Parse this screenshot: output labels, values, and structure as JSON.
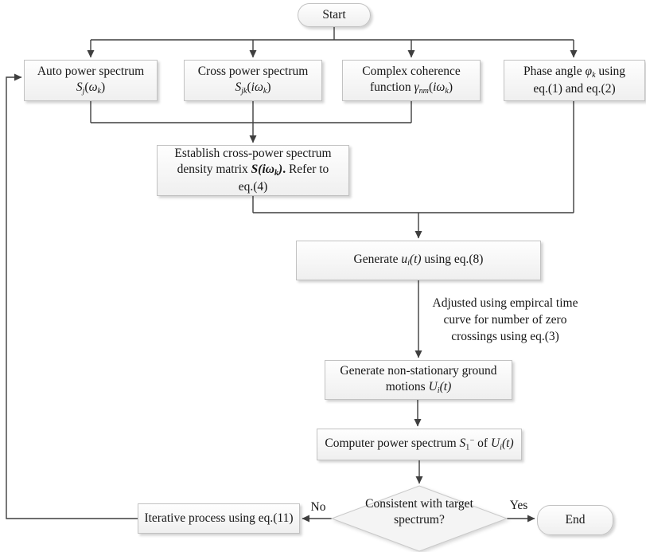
{
  "palette": {
    "connector_line": "#3f3f3f",
    "node_border": "#c2c2c2",
    "node_fill_top": "#fefefe",
    "node_fill_bottom": "#efefef",
    "diamond_fill": "#f4f4f4",
    "text": "#161616"
  },
  "nodes": {
    "start": {
      "label": "Start"
    },
    "auto": {
      "line1": "Auto power spectrum",
      "formula": [
        {
          "t": "S",
          "s": "i"
        },
        {
          "t": "j",
          "s": "isub"
        },
        {
          "t": "(",
          "s": ""
        },
        {
          "t": "ω",
          "s": "i"
        },
        {
          "t": "k",
          "s": "isub"
        },
        {
          "t": ")",
          "s": ""
        }
      ]
    },
    "cross": {
      "line1": "Cross power spectrum",
      "formula": [
        {
          "t": "S",
          "s": "i"
        },
        {
          "t": "jk",
          "s": "isub"
        },
        {
          "t": "(",
          "s": ""
        },
        {
          "t": "i",
          "s": "i"
        },
        {
          "t": "ω",
          "s": "i"
        },
        {
          "t": "k",
          "s": "isub"
        },
        {
          "t": ")",
          "s": ""
        }
      ]
    },
    "coherence": {
      "line1": "Complex coherence",
      "line2": [
        {
          "t": "function ",
          "s": ""
        },
        {
          "t": "γ",
          "s": "i"
        },
        {
          "t": "nm",
          "s": "isub"
        },
        {
          "t": "(",
          "s": ""
        },
        {
          "t": "i",
          "s": "i"
        },
        {
          "t": "ω",
          "s": "i"
        },
        {
          "t": "k",
          "s": "isub"
        },
        {
          "t": ")",
          "s": ""
        }
      ]
    },
    "phase": {
      "line1": [
        {
          "t": "Phase angle ",
          "s": ""
        },
        {
          "t": "φ",
          "s": "i"
        },
        {
          "t": "k",
          "s": "isub"
        },
        {
          "t": " using",
          "s": ""
        }
      ],
      "line2": "eq.(1) and eq.(2)"
    },
    "establish": {
      "line1": "Establish cross-power spectrum",
      "line2": [
        {
          "t": "density matrix  ",
          "s": ""
        },
        {
          "t": "S",
          "s": "bi"
        },
        {
          "t": "(",
          "s": "bi"
        },
        {
          "t": "i",
          "s": "bi"
        },
        {
          "t": "ω",
          "s": "bi"
        },
        {
          "t": "k",
          "s": "bisub"
        },
        {
          "t": ")",
          "s": "bi"
        },
        {
          "t": ".",
          "s": "b"
        },
        {
          "t": " Refer to",
          "s": ""
        }
      ],
      "line3": "eq.(4)"
    },
    "generate_u": {
      "line1": [
        {
          "t": "Generate ",
          "s": ""
        },
        {
          "t": "u",
          "s": "i"
        },
        {
          "t": "i",
          "s": "isub"
        },
        {
          "t": "(",
          "s": "i"
        },
        {
          "t": "t",
          "s": "i"
        },
        {
          "t": ")",
          "s": "i"
        },
        {
          "t": " using eq.(8)",
          "s": ""
        }
      ]
    },
    "annotation": {
      "line1": "Adjusted using empircal time",
      "line2": "curve for number of zero",
      "line3": "crossings using eq.(3)"
    },
    "generate_U": {
      "line1": "Generate non-stationary ground",
      "line2": [
        {
          "t": "motions ",
          "s": ""
        },
        {
          "t": "U",
          "s": "i"
        },
        {
          "t": "i",
          "s": "isub"
        },
        {
          "t": "(",
          "s": "i"
        },
        {
          "t": "t",
          "s": "i"
        },
        {
          "t": ")",
          "s": "i"
        }
      ]
    },
    "compute": {
      "line1": [
        {
          "t": "Computer power spectrum ",
          "s": ""
        },
        {
          "t": "S",
          "s": "i"
        },
        {
          "t": "1",
          "s": "sub"
        },
        {
          "t": "−",
          "s": "sup"
        },
        {
          "t": " of ",
          "s": ""
        },
        {
          "t": "U",
          "s": "i"
        },
        {
          "t": "i",
          "s": "isub"
        },
        {
          "t": "(",
          "s": "i"
        },
        {
          "t": "t",
          "s": "i"
        },
        {
          "t": ")",
          "s": "i"
        }
      ]
    },
    "decision": {
      "line1": "Consistent with target",
      "line2": "spectrum?"
    },
    "iterative": {
      "label": "Iterative process using eq.(11)"
    },
    "end": {
      "label": "End"
    }
  },
  "edge_labels": {
    "no": "No",
    "yes": "Yes"
  }
}
